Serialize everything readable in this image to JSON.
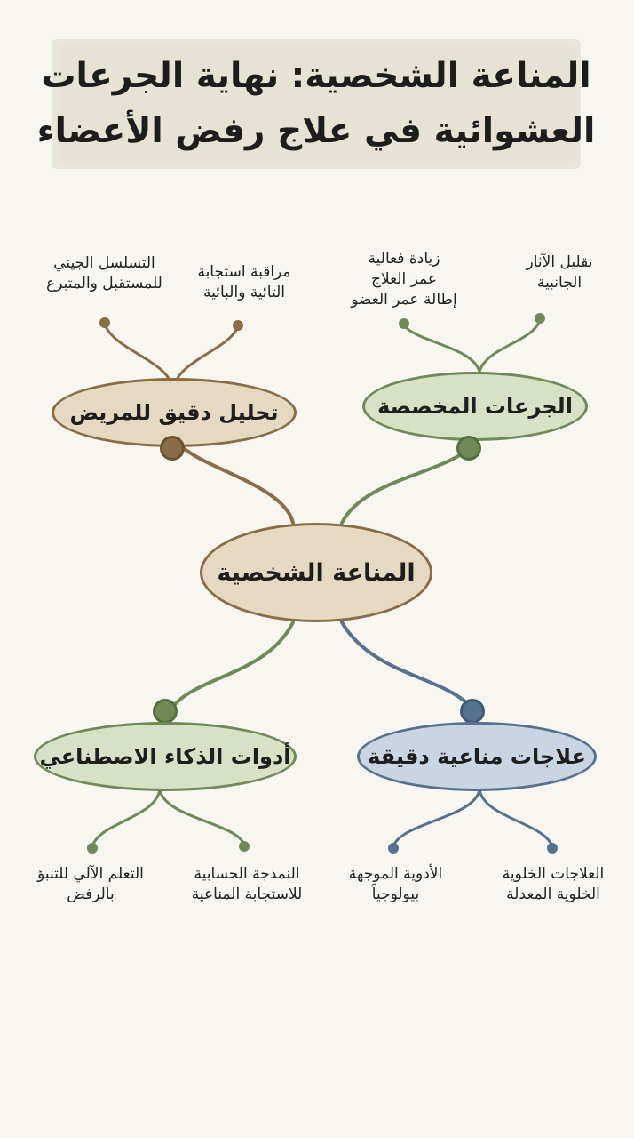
{
  "title": {
    "line1": "المناعة الشخصية: نهاية الجرعات",
    "line2": "العشوائية في علاج رفض الأعضاء"
  },
  "center": {
    "label": "المناعة الشخصية"
  },
  "branches": {
    "customized_doses": {
      "label": "الجرعات المخصصة",
      "leaves": [
        {
          "lines": [
            "تقليل الآثار",
            "الجانبية"
          ]
        },
        {
          "lines": [
            "زيادة فعالية",
            "عمر العلاج",
            "إطالة عمر العضو"
          ]
        }
      ]
    },
    "patient_analysis": {
      "label": "تحليل دقيق للمريض",
      "leaves": [
        {
          "lines": [
            "مراقبة استجابة",
            "التائية والبائية"
          ]
        },
        {
          "lines": [
            "التسلسل الجيني",
            "للمستقبل والمتبرع"
          ]
        }
      ]
    },
    "immune_therapies": {
      "label": "علاجات مناعية دقيقة",
      "leaves": [
        {
          "lines": [
            "العلاجات الخلوية",
            "الخلوية المعدلة"
          ]
        },
        {
          "lines": [
            "الأدوية الموجهة",
            "بيولوجياً"
          ]
        }
      ]
    },
    "ai_tools": {
      "label": "أدوات الذكاء الاصطناعي",
      "leaves": [
        {
          "lines": [
            "النمذجة الحسابية",
            "للاستجابة المناعية"
          ]
        },
        {
          "lines": [
            "التعلم الآلي للتنبؤ",
            "بالرفض"
          ]
        }
      ]
    }
  },
  "colors": {
    "brown": "#8a6c45",
    "brown_fill": "#e6d9c2",
    "green": "#6e8a57",
    "green_fill": "#d6e1c5",
    "blue": "#56728e",
    "blue_fill": "#c9d5e2",
    "title_bg": "#e7e2d3"
  }
}
